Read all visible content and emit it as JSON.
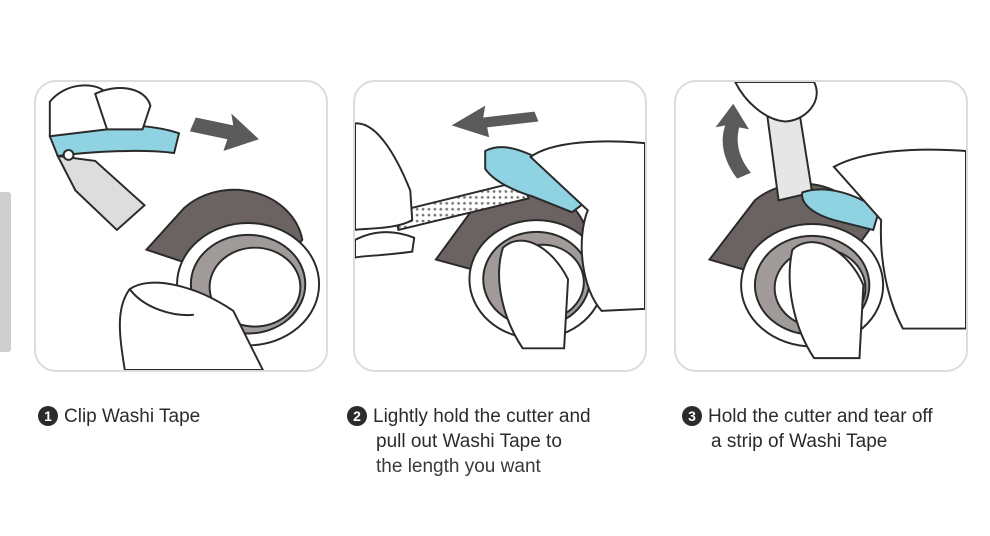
{
  "steps": [
    {
      "number": "1",
      "lines": [
        "Clip Washi Tape"
      ]
    },
    {
      "number": "2",
      "lines": [
        "Lightly hold the cutter and",
        "pull out Washi Tape to",
        "the length you want"
      ]
    },
    {
      "number": "3",
      "lines": [
        "Hold the cutter and tear off",
        "a strip of Washi Tape"
      ]
    }
  ],
  "colors": {
    "cutter": "#8fd3e3",
    "tape_outer": "#6a6361",
    "tape_inner": "#a09a98",
    "arrow": "#5a5a5a",
    "outline": "#2a2a2a",
    "panel_border": "#dcdcdc"
  },
  "icons": [
    "arrow-right-icon",
    "arrow-left-icon",
    "arrow-curved-up-icon"
  ]
}
